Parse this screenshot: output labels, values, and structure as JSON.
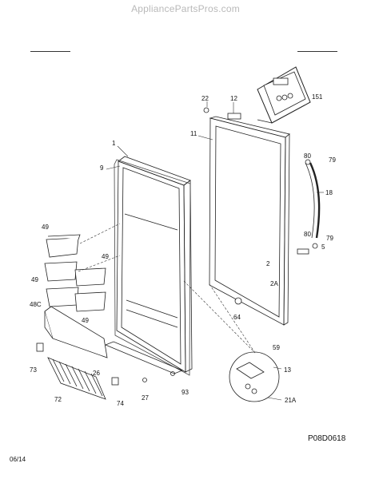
{
  "header": {
    "watermark": "AppliancePartsPros.com"
  },
  "footer": {
    "diagram_id": "P08D0618",
    "date_code": "06/14"
  },
  "callouts": [
    "1",
    "2",
    "2A",
    "5",
    "9",
    "11",
    "12",
    "13",
    "18",
    "21A",
    "22",
    "26",
    "27",
    "49",
    "49",
    "49",
    "49",
    "48C",
    "59",
    "64",
    "72",
    "73",
    "74",
    "79",
    "79",
    "80",
    "80",
    "93",
    "151"
  ]
}
